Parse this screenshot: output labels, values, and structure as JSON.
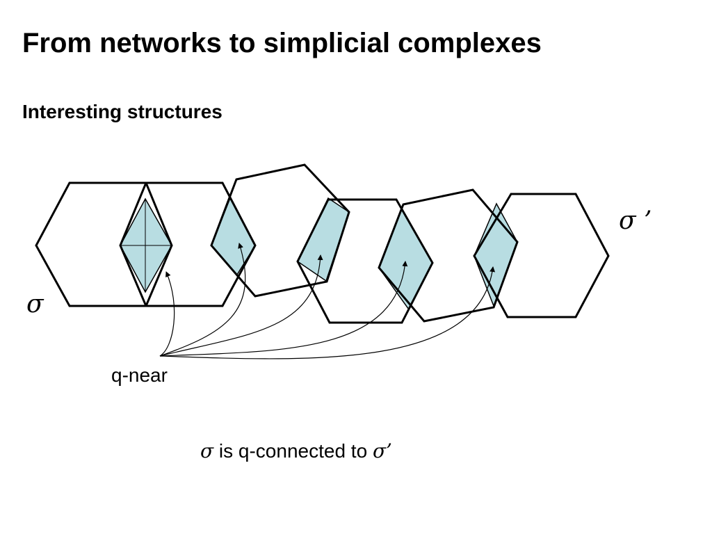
{
  "slide": {
    "title": "From networks to simplicial complexes",
    "subtitle": "Interesting structures"
  },
  "diagram": {
    "sigma_label": "σ",
    "sigma_prime_label": "σ ’",
    "qnear_label": "q-near",
    "overlap_color": "#b8dde2",
    "outline_color": "#000000"
  },
  "caption": {
    "sigma": "σ",
    "text": "is q-connected to",
    "sigma_prime": "σ’"
  }
}
